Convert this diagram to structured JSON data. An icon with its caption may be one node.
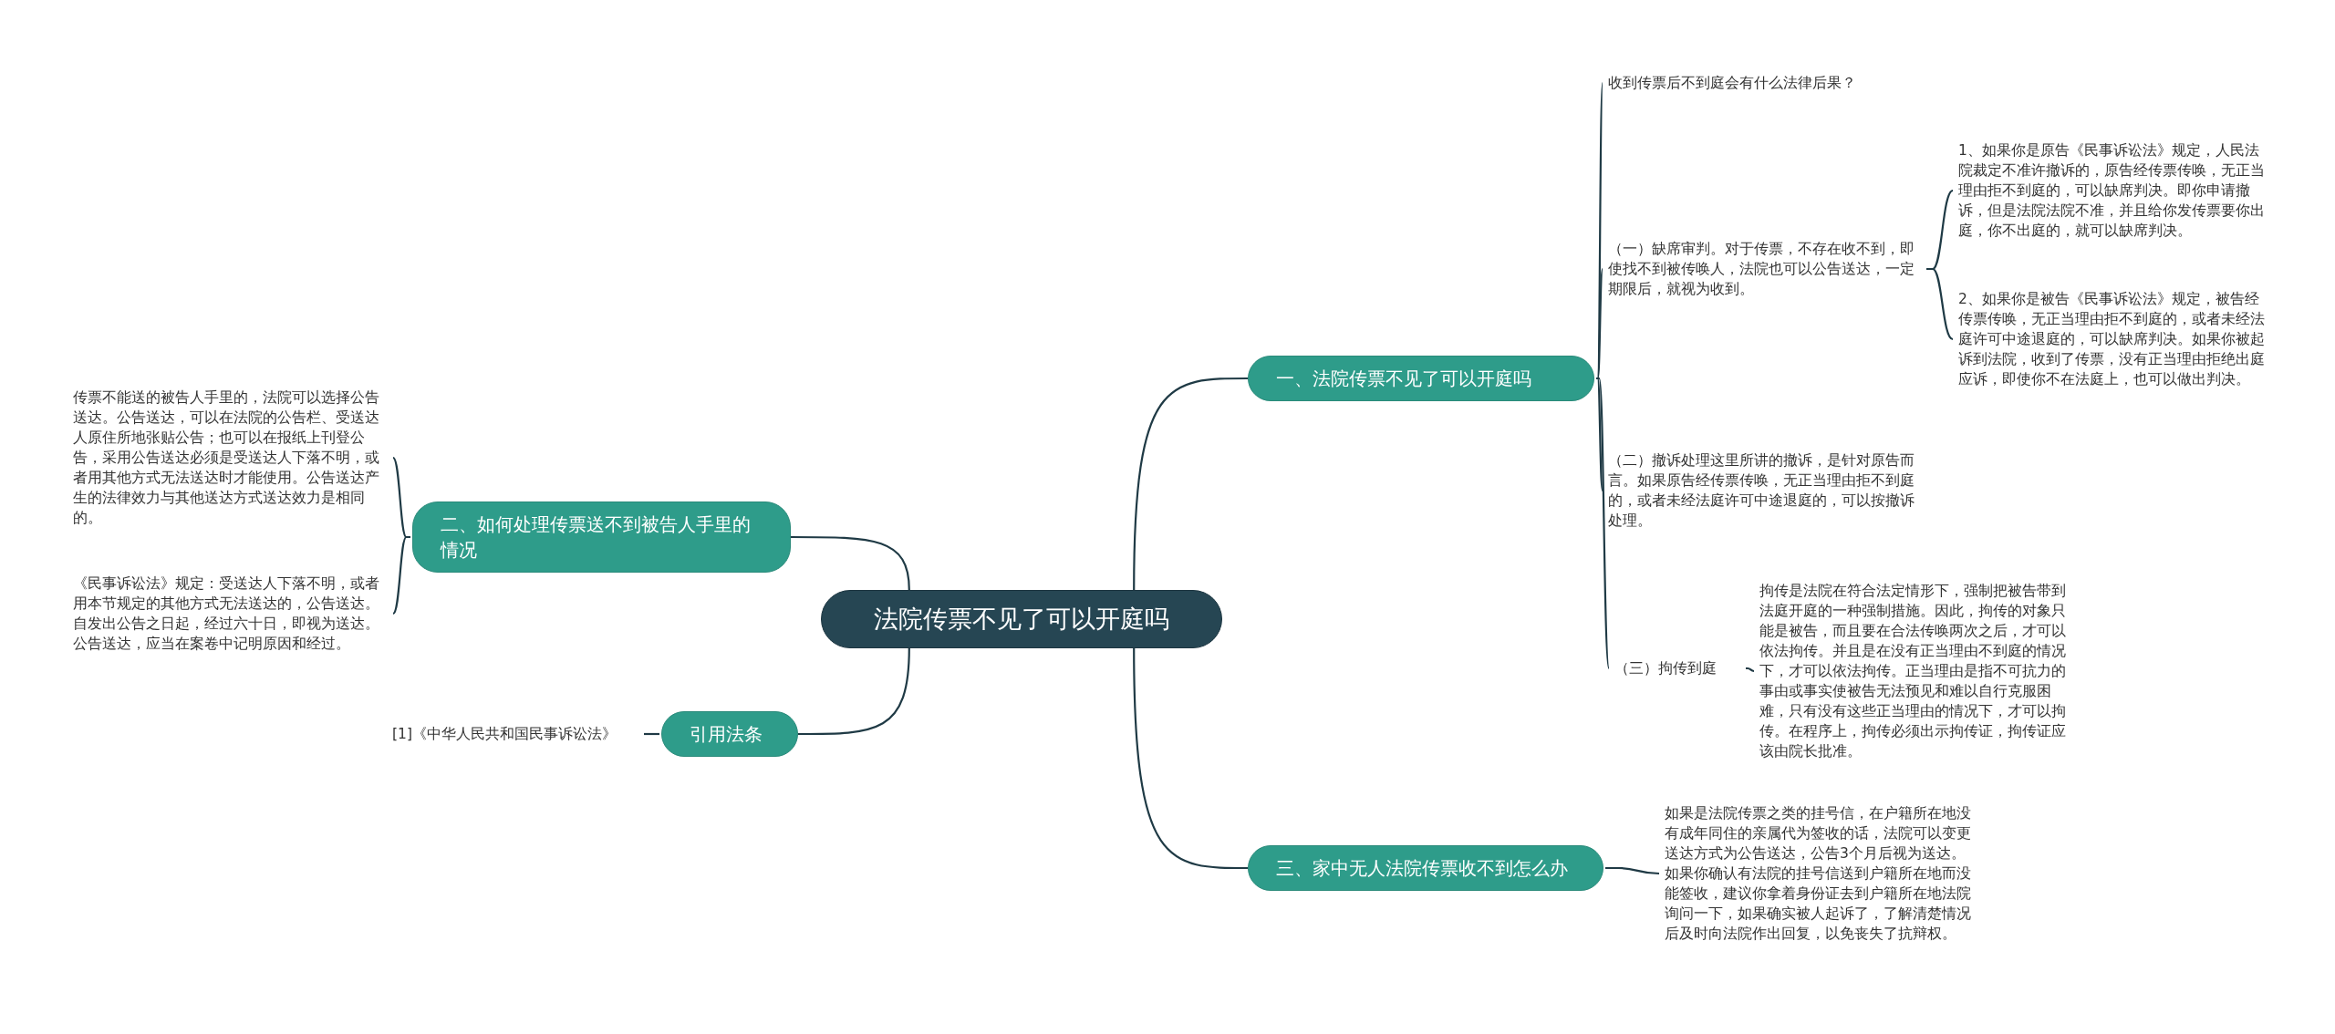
{
  "diagram": {
    "nodes": [
      {
        "text": [
          "法院传票不见了可以开庭吗"
        ]
      },
      {
        "text": [
          "一、法院传票不见了可以开庭吗"
        ]
      },
      {
        "text": [
          "收到传票后不到庭会有什么法律后果？"
        ]
      },
      {
        "text": [
          "（一）缺席审判。对于传票，不存在收不到，即使找不到被传唤人，法院也可以公告送达，一定期限后，就视为收到。"
        ]
      },
      {
        "text": [
          "1、如果你是原告《民事诉讼法》规定，人民法院裁定不准许撤诉的，原告经传票传唤，无正当理由拒不到庭的，可以缺席判决。即你申请撤诉，但是法院法院不准，并且给你发传票要你出庭，你不出庭的，就可以缺席判决。"
        ]
      },
      {
        "text": [
          "2、如果你是被告《民事诉讼法》规定，被告经传票传唤，无正当理由拒不到庭的，或者未经法庭许可中途退庭的，可以缺席判决。如果你被起诉到法院，收到了传票，没有正当理由拒绝出庭应诉，即使你不在法庭上，也可以做出判决。"
        ]
      },
      {
        "text": [
          "（二）撤诉处理这里所讲的撤诉，是针对原告而言。如果原告经传票传唤，无正当理由拒不到庭的，或者未经法庭许可中途退庭的，可以按撤诉处理。"
        ]
      },
      {
        "text": [
          "（三）拘传到庭"
        ]
      },
      {
        "text": [
          "拘传是法院在符合法定情形下，强制把被告带到法庭开庭的一种强制措施。因此，拘传的对象只能是被告，而且要在合法传唤两次之后，才可以依法拘传。并且是在没有正当理由不到庭的情况下，才可以依法拘传。正当理由是指不可抗力的事由或事实使被告无法预见和难以自行克服困难，只有没有这些正当理由的情况下，才可以拘传。在程序上，拘传必须出示拘传证，拘传证应该由院长批准。"
        ]
      },
      {
        "text": [
          "二、如何处理传票送不到被告人手里的情况"
        ]
      },
      {
        "text": [
          "传票不能送的被告人手里的，法院可以选择公告送达。公告送达，可以在法院的公告栏、受送达人原住所地张贴公告；也可以在报纸上刊登公告，采用公告送达必须是受送达人下落不明，或者用其他方式无法送达时才能使用。公告送达产生的法律效力与其他送达方式送达效力是相同的。"
        ]
      },
      {
        "text": [
          "《民事诉讼法》规定：受送达人下落不明，或者用本节规定的其他方式无法送达的，公告送达。自发出公告之日起，经过六十日，即视为送达。公告送达，应当在案卷中记明原因和经过。"
        ]
      },
      {
        "text": [
          "引用法条"
        ]
      },
      {
        "text": [
          "[1]《中华人民共和国民事诉讼法》"
        ]
      },
      {
        "text": [
          "三、家中无人法院传票收不到怎么办"
        ]
      },
      {
        "text": [
          "如果是法院传票之类的挂号信，在户籍所在地没有成年同住的亲属代为签收的话，法院可以变更送达方式为公告送达，公告3个月后视为送达。如果你确认有法院的挂号信送到户籍所在地而没能签收，建议你拿着身份证去到户籍所在地法院询问一下，如果确实被人起诉了，了解清楚情况后及时向法院作出回复，以免丧失了抗辩权。"
        ]
      }
    ],
    "edges": [
      {
        "from": 0,
        "to": 1,
        "arrow": "none"
      },
      {
        "from": 1,
        "to": 2,
        "arrow": "none"
      },
      {
        "from": 1,
        "to": 3,
        "arrow": "none"
      },
      {
        "from": 3,
        "to": 4,
        "arrow": "none"
      },
      {
        "from": 3,
        "to": 5,
        "arrow": "none"
      },
      {
        "from": 1,
        "to": 6,
        "arrow": "none"
      },
      {
        "from": 1,
        "to": 7,
        "arrow": "none"
      },
      {
        "from": 7,
        "to": 8,
        "arrow": "none"
      },
      {
        "from": 0,
        "to": 9,
        "arrow": "none"
      },
      {
        "from": 9,
        "to": 10,
        "arrow": "none"
      },
      {
        "from": 9,
        "to": 11,
        "arrow": "none"
      },
      {
        "from": 0,
        "to": 12,
        "arrow": "none"
      },
      {
        "from": 12,
        "to": 13,
        "arrow": "none"
      },
      {
        "from": 0,
        "to": 14,
        "arrow": "none"
      },
      {
        "from": 14,
        "to": 15,
        "arrow": "none"
      }
    ]
  }
}
